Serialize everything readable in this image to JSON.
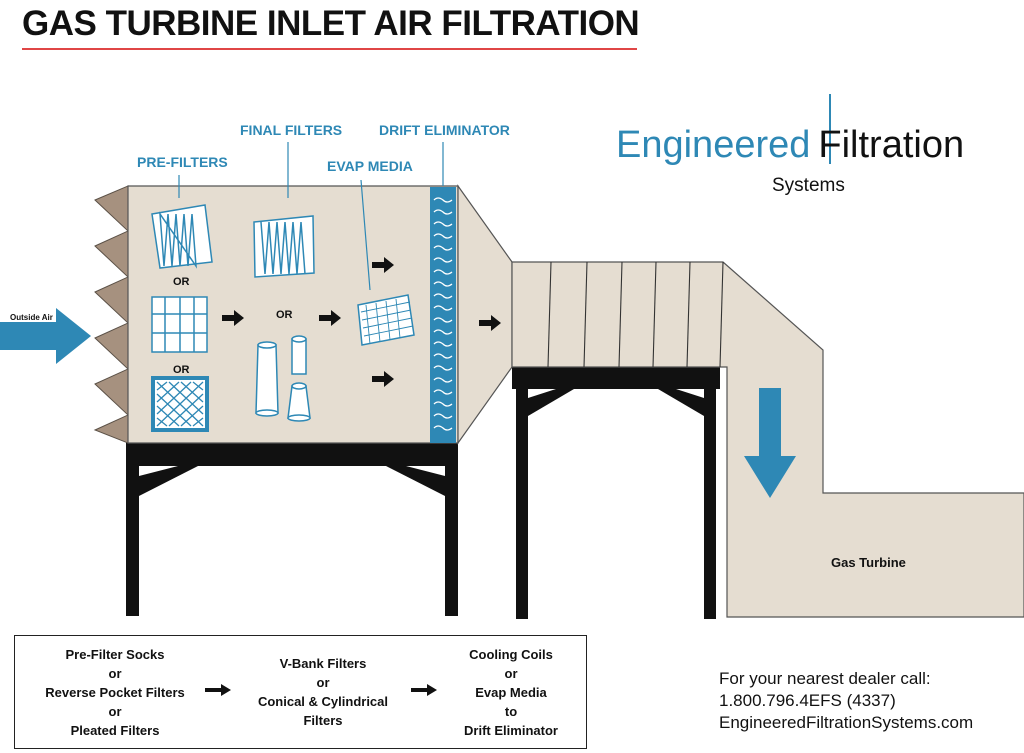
{
  "header": {
    "title": "GAS TURBINE INLET AIR FILTRATION"
  },
  "logo": {
    "word1": "Engineered",
    "word2": "Filtration",
    "sub": "Systems"
  },
  "diagram": {
    "labels": {
      "pre_filters": "PRE-FILTERS",
      "final_filters": "FINAL FILTERS",
      "evap_media": "EVAP MEDIA",
      "drift_eliminator": "DRIFT ELIMINATOR",
      "outside_air": "Outside Air",
      "gas_turbine": "Gas Turbine",
      "or": "OR"
    }
  },
  "legend": {
    "col1": [
      "Pre-Filter Socks",
      "or",
      "Reverse Pocket Filters",
      "or",
      "Pleated Filters"
    ],
    "col2": [
      "V-Bank Filters",
      "or",
      "Conical & Cylindrical",
      "Filters"
    ],
    "col3": [
      "Cooling Coils",
      "or",
      "Evap Media",
      "to",
      "Drift Eliminator"
    ]
  },
  "contact": {
    "line1": "For your nearest dealer call:",
    "line2": "1.800.796.4EFS (4337)",
    "line3": "EngineeredFiltrationSystems.com"
  },
  "colors": {
    "accent_blue": "#2e88b5",
    "housing": "#e5ddd1",
    "louver": "#a6917f",
    "title_rule": "#e04646"
  }
}
